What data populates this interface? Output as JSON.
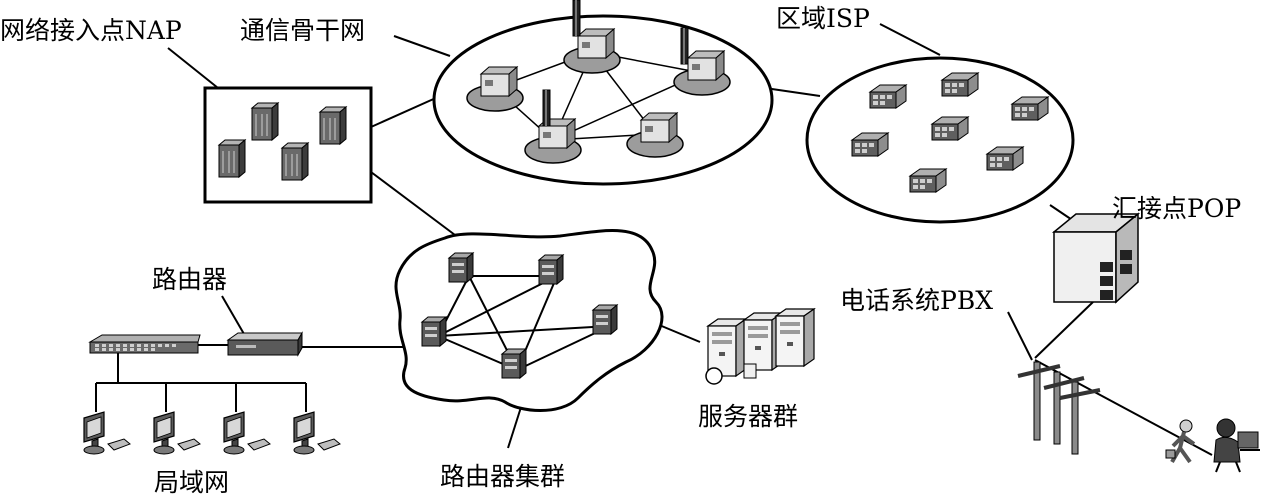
{
  "labels": {
    "nap": "网络接入点NAP",
    "backbone": "通信骨干网",
    "regional_isp": "区域ISP",
    "pop": "汇接点POP",
    "pbx": "电话系统PBX",
    "router": "路由器",
    "router_cluster": "路由器集群",
    "server_farm": "服务器群",
    "lan": "局域网"
  },
  "colors": {
    "ink": "#000000",
    "device_dark": "#555555",
    "device_mid": "#8a8a8a",
    "device_light": "#d0d0d0"
  }
}
